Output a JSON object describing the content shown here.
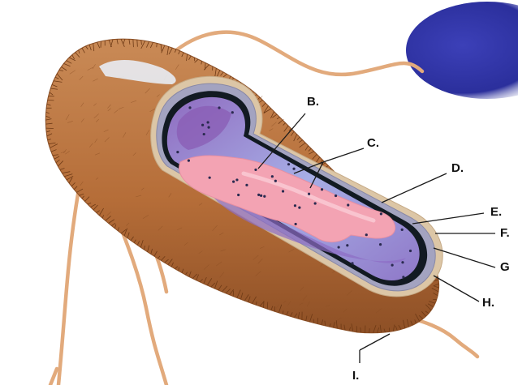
{
  "labels": {
    "b": "B.",
    "c": "C.",
    "d": "D.",
    "e": "E.",
    "f": "F.",
    "g": "G",
    "h": "H.",
    "i": "I."
  },
  "colors": {
    "capsule": "#b8703c",
    "capsule_dark": "#8a4e24",
    "hair": "#6e3a16",
    "flagellum": "#e2aa7c",
    "outer_membrane": "#d9c2a4",
    "wall": "#9a9ab8",
    "plasma_membrane": "#101820",
    "cytoplasm": "#9fa6e0",
    "cytoplasm_dark": "#8a6fc0",
    "nucleoid": "#f2a0b0",
    "ribosome": "#2a2a50",
    "cell_blob": "#2b2f9c"
  }
}
